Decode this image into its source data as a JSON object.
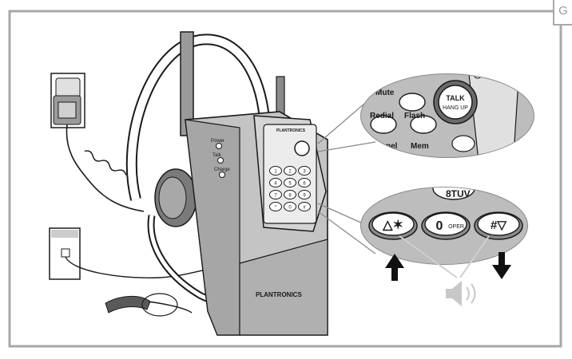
{
  "corner_tab": "G",
  "base": {
    "brand": "PLANTRONICS",
    "indicators": [
      "Power",
      "Talk",
      "Charge"
    ]
  },
  "handset": {
    "brand": "PLANTRONICS",
    "keypad": [
      "1",
      "2",
      "3",
      "4",
      "5",
      "6",
      "7",
      "8",
      "9",
      "*",
      "0",
      "#"
    ]
  },
  "callout_top": {
    "buttons": [
      "Mute",
      "Redial",
      "Flash",
      "Channel",
      "Mem"
    ],
    "talk_button": [
      "TALK",
      "HANG UP"
    ]
  },
  "callout_bottom": {
    "partial_key": "8TUV",
    "keys": [
      {
        "symbol": "△✶"
      },
      {
        "symbol": "0",
        "sub": "OPER"
      },
      {
        "symbol": "#▽"
      }
    ]
  },
  "icons": [
    "up-arrow-icon",
    "down-arrow-icon",
    "speaker-volume-icon",
    "wall-outlet-icon",
    "phone-jack-icon"
  ],
  "colors": {
    "frame": "#a8a8a8",
    "line": "#1a1a1a",
    "gray_fill": "#b8b8b8",
    "dark_fill": "#6a6a6a"
  }
}
